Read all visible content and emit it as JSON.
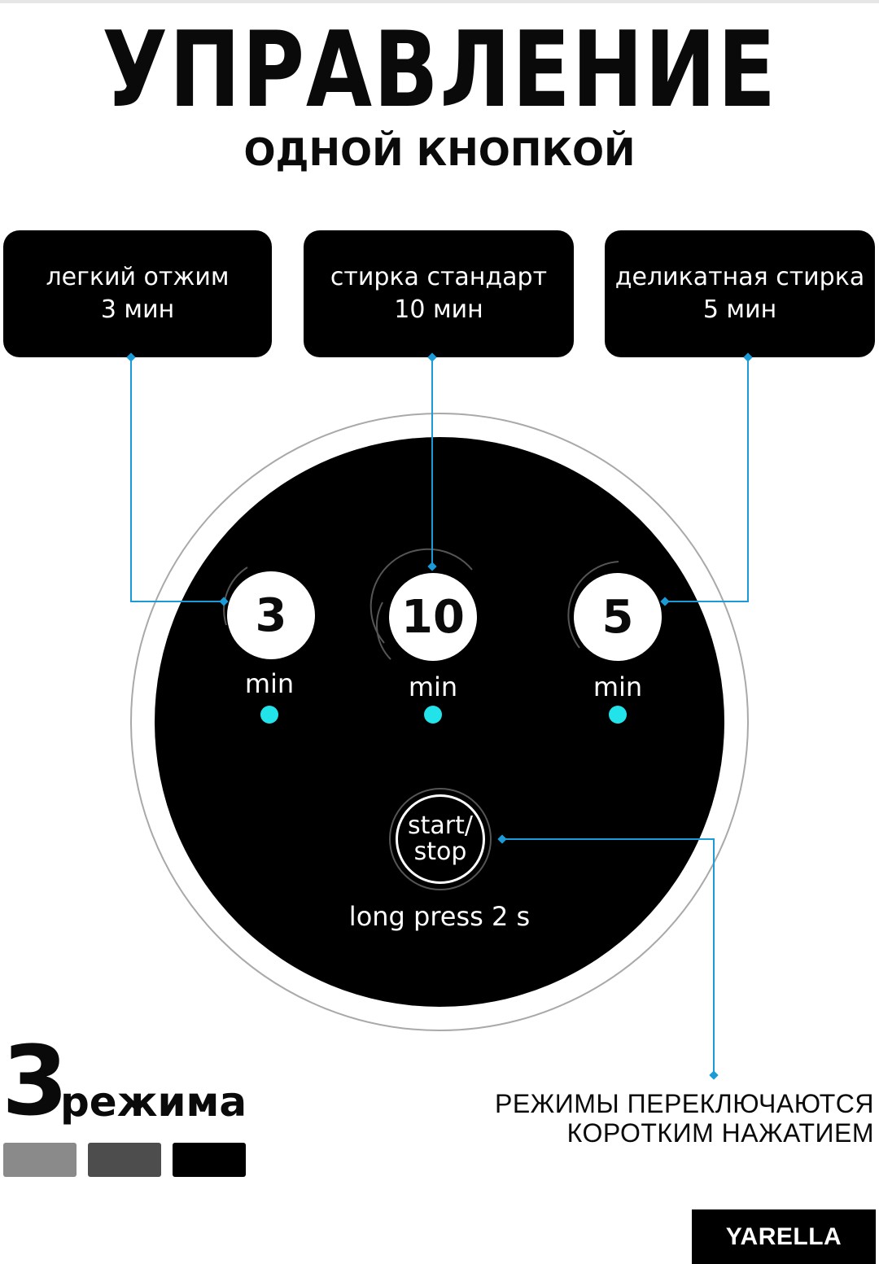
{
  "header": {
    "title": "УПРАВЛЕНИЕ",
    "subtitle": "ОДНОЙ КНОПКОЙ"
  },
  "modes": [
    {
      "name": "легкий отжим",
      "duration": "3 мин",
      "button_value": "3",
      "unit": "min"
    },
    {
      "name": "стирка стандарт",
      "duration": "10 мин",
      "button_value": "10",
      "unit": "min"
    },
    {
      "name": "деликатная стирка",
      "duration": "5 мин",
      "button_value": "5",
      "unit": "min"
    }
  ],
  "start_button": {
    "line1": "start/",
    "line2": "stop",
    "hint": "long press 2 s"
  },
  "modes_summary": {
    "count": "3",
    "word": "режима",
    "swatch_colors": [
      "#8a8a8a",
      "#4d4d4d",
      "#000000"
    ]
  },
  "switch_note": {
    "line1": "РЕЖИМЫ ПЕРЕКЛЮЧАЮТСЯ",
    "line2": "КОРОТКИМ НАЖАТИЕМ"
  },
  "brand": "YARELLA",
  "colors": {
    "accent": "#1a9ad6",
    "led": "#22e3ea",
    "panel": "#000000"
  }
}
